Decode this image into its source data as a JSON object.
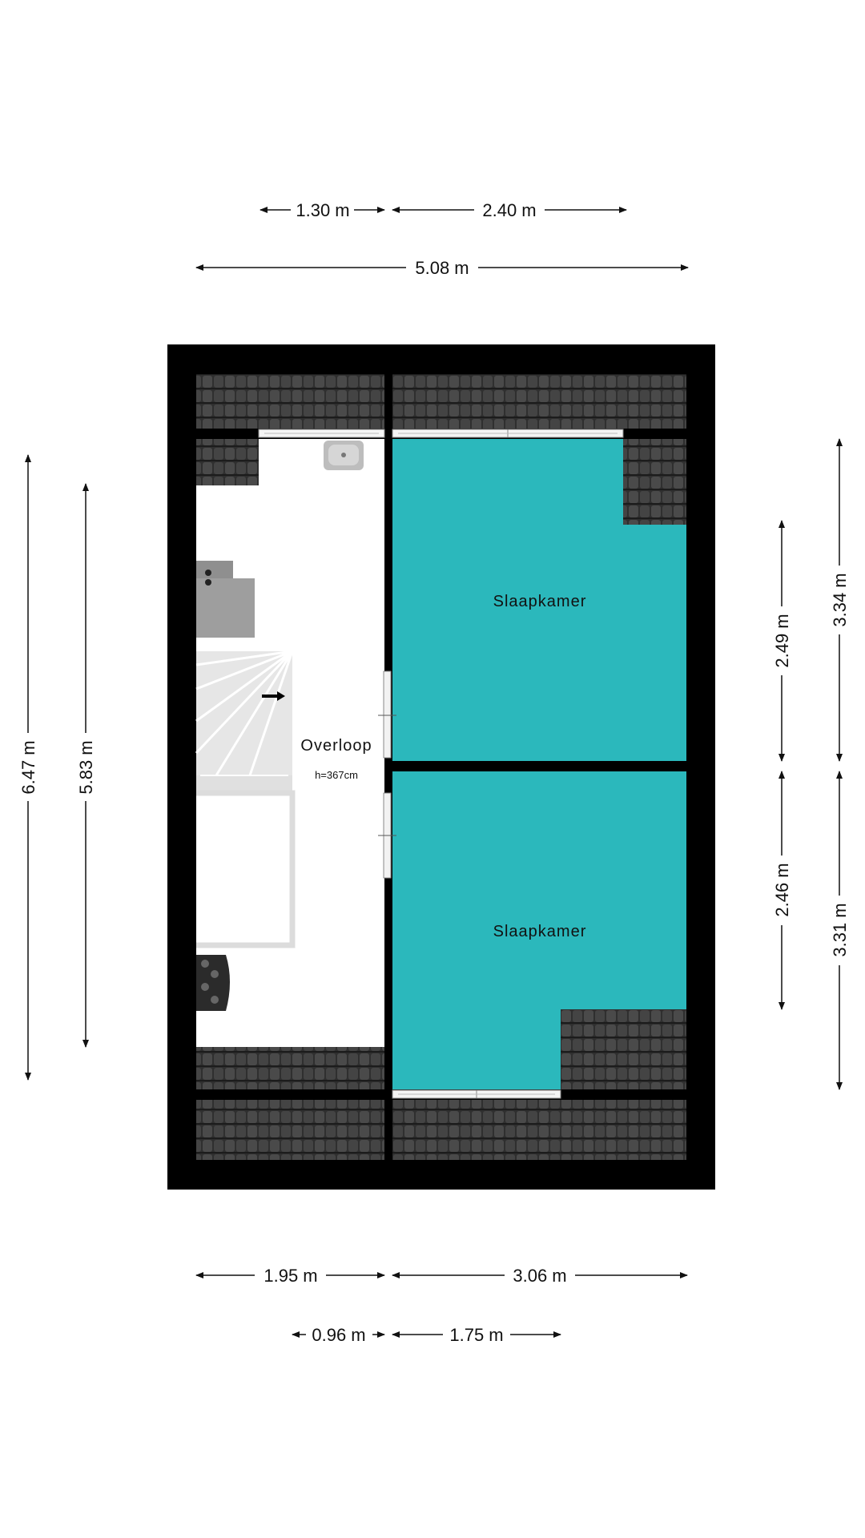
{
  "rooms": {
    "landing": {
      "label": "Overloop",
      "height_note": "h=367cm"
    },
    "bedroom_top": {
      "label": "Slaapkamer"
    },
    "bedroom_bottom": {
      "label": "Slaapkamer"
    }
  },
  "dimensions": {
    "top_row1_left": "1.30 m",
    "top_row1_right": "2.40 m",
    "top_row2_total": "5.08 m",
    "bottom_row1_left": "1.95 m",
    "bottom_row1_right": "3.06 m",
    "bottom_row2_left": "0.96 m",
    "bottom_row2_right": "1.75 m",
    "left_outer": "6.47 m",
    "left_inner": "5.83 m",
    "right_inner_top": "2.49 m",
    "right_inner_bottom": "2.46 m",
    "right_outer_top": "3.34 m",
    "right_outer_bottom": "3.31 m"
  },
  "colors": {
    "wall": "#000000",
    "roof_tile": "#3a3a3a",
    "bedroom_floor": "#2bb8bc",
    "landing_floor": "#ffffff",
    "fixture": "#9a9a9a"
  }
}
